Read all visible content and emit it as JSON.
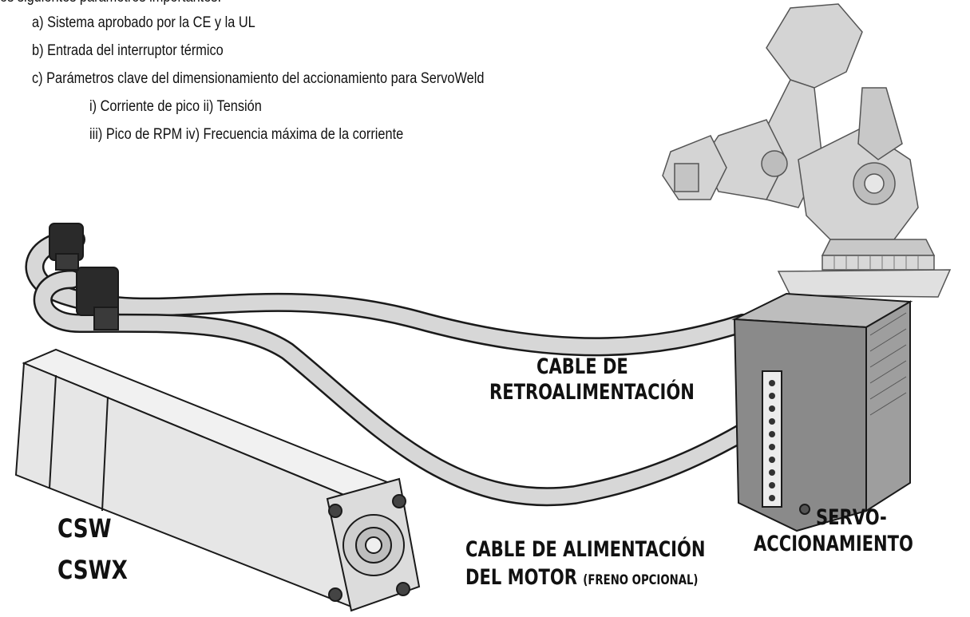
{
  "intro_fragment": "os siguientes parámetros importantes:",
  "list": {
    "a": "a) Sistema aprobado por la CE y la UL",
    "b": "b) Entrada del interruptor térmico",
    "c": "c) Parámetros clave del dimensionamiento del accionamiento para ServoWeld",
    "c1": "i) Corriente de pico ii) Tensión",
    "c2": "iii) Pico de RPM iv) Frecuencia máxima de la corriente"
  },
  "labels": {
    "feedback_cable_line1": "CABLE DE",
    "feedback_cable_line2": "RETROALIMENTACIÓN",
    "power_cable_line1": "CABLE DE ALIMENTACIÓN",
    "power_cable_line2": "DEL MOTOR",
    "power_cable_note": "(FRENO OPCIONAL)",
    "servo_line1": "SERVO-",
    "servo_line2": "ACCIONAMIENTO",
    "model_1": "CSW",
    "model_2": "CSWX"
  },
  "icons": {
    "robot": "industrial-robot-arm-illustration",
    "motor": "servo-actuator-illustration",
    "drive": "servo-drive-box-illustration"
  },
  "colors": {
    "text": "#111111",
    "motor_body": "#e8e8e8",
    "robot_body": "#d4d4d4",
    "drive_body": "#8c8c8c",
    "cable": "#cfcfcf",
    "outline": "#1a1a1a"
  }
}
